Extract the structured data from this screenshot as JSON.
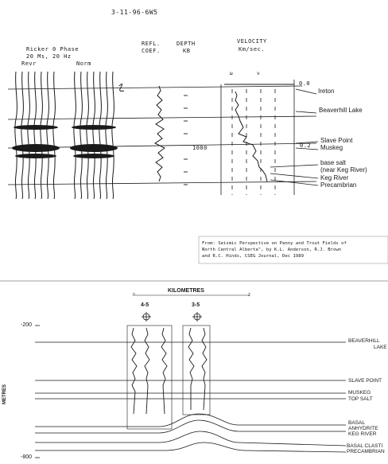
{
  "well_id": "3-11-96-6W5",
  "wavelet": {
    "line1": "Ricker 0 Phase",
    "line2": "20 Ms, 20 Hz",
    "revr": "Revr",
    "norm": "Norm"
  },
  "columns": {
    "refl1": "REFL.",
    "refl2": "COEF.",
    "depth1": "DEPTH",
    "depth2": "KB",
    "vel1": "VELOCITY",
    "vel2": "Km/sec."
  },
  "velocity_ticks": [
    "ω",
    "ν"
  ],
  "depth_mark": "1000",
  "scale_marks": {
    "zero": "0.0",
    "two": "0.2"
  },
  "formations_top": [
    "Ireton",
    "Beaverhill Lake",
    "Slave Point",
    "Muskeg",
    "base salt",
    "(near Keg River)",
    "Keg River",
    "Precambrian"
  ],
  "citation": [
    "From: Seismic Perspective on Panny and Trout Fields of",
    "North Central Alberta\", by K.L. Anderson, R.J. Brown",
    "and R.C. Hinds, CSEG Journal, Dec 1989"
  ],
  "bottom": {
    "scale_title": "KILOMETRES",
    "scale_left": "0",
    "scale_right": "2",
    "well_a": "4-5",
    "well_b": "3-5",
    "y_axis_label": "METRES",
    "y_ticks": [
      "-200",
      "-800"
    ],
    "formations": [
      "BEAVERHILL",
      "LAKE",
      "SLAVE POINT",
      "MUSKEG",
      "TOP SALT",
      "BASAL",
      "ANHYDRITE",
      "KEG RIVER",
      "BASAL CLASTI",
      "PRECAMBRIAN"
    ]
  },
  "colors": {
    "ink": "#1a1a1a",
    "paper": "#ffffff"
  }
}
